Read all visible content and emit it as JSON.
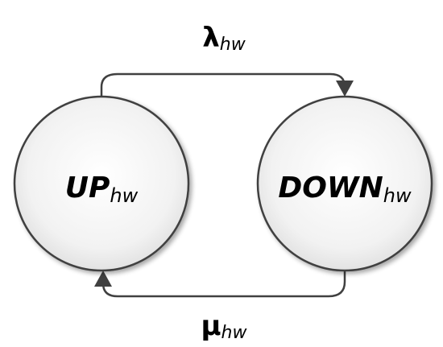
{
  "states": {
    "up": {
      "main": "UP",
      "sub": "hw"
    },
    "down": {
      "main": "DOWN",
      "sub": "hw"
    }
  },
  "transitions": {
    "failure": {
      "symbol": "λ",
      "sub": "hw",
      "from": "UP",
      "to": "DOWN"
    },
    "repair": {
      "symbol": "μ",
      "sub": "hw",
      "from": "DOWN",
      "to": "UP"
    }
  },
  "colors": {
    "node_fill_center": "#ffffff",
    "node_fill_edge": "#d9d9d9",
    "stroke": "#404040",
    "text": "#000000"
  }
}
